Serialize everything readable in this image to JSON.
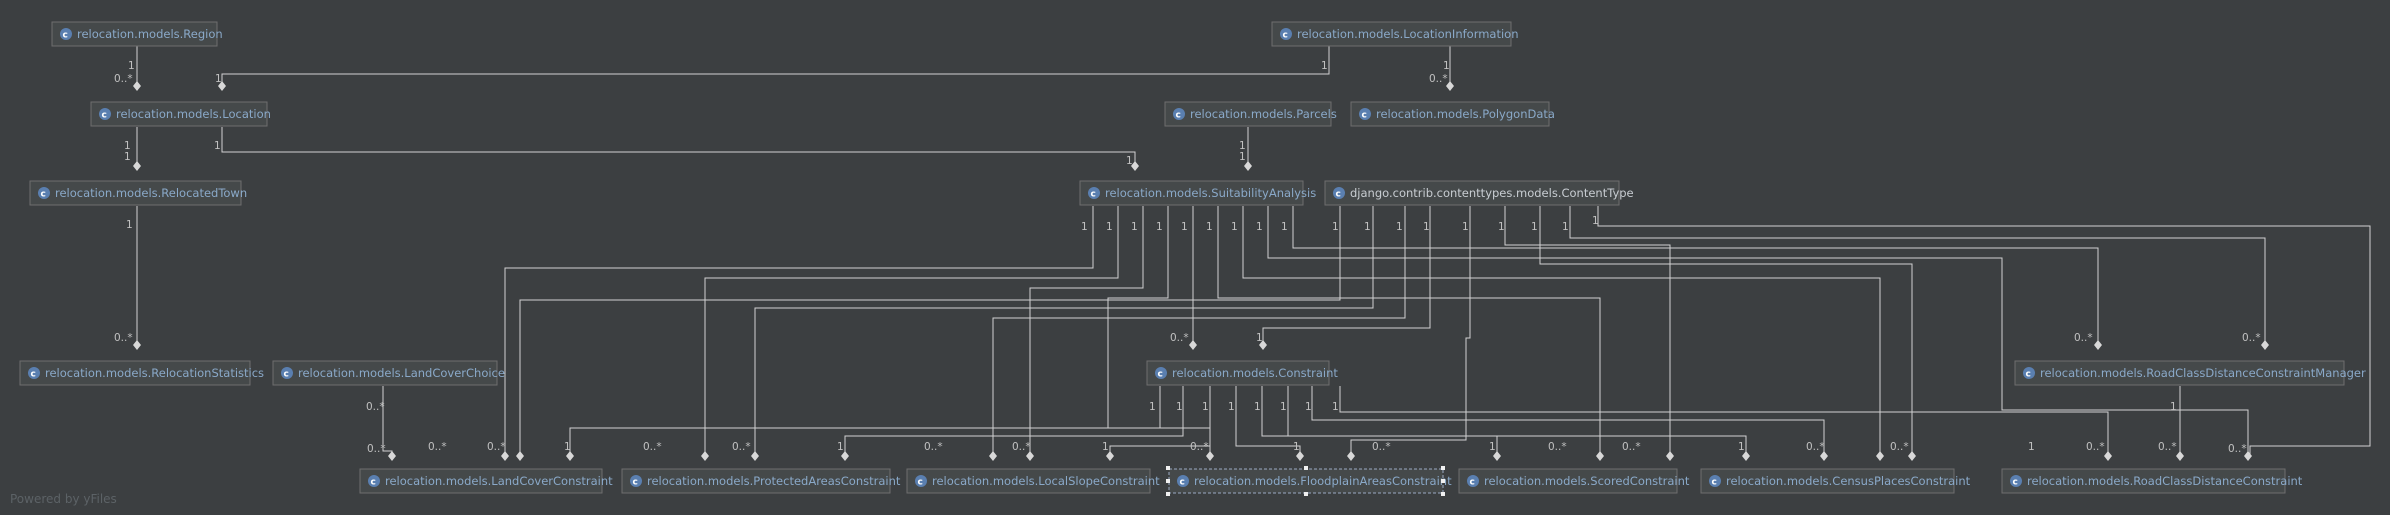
{
  "powered_by": "Powered by yFiles",
  "nodes": {
    "region": "relocation.models.Region",
    "location_information": "relocation.models.LocationInformation",
    "location": "relocation.models.Location",
    "parcels": "relocation.models.Parcels",
    "polygon_data": "relocation.models.PolygonData",
    "relocated_town": "relocation.models.RelocatedTown",
    "suitability_analysis": "relocation.models.SuitabilityAnalysis",
    "content_type": "django.contrib.contenttypes.models.ContentType",
    "relocation_statistics": "relocation.models.RelocationStatistics",
    "land_cover_choice": "relocation.models.LandCoverChoice",
    "constraint": "relocation.models.Constraint",
    "road_class_distance_constraint_manager": "relocation.models.RoadClassDistanceConstraintManager",
    "land_cover_constraint": "relocation.models.LandCoverConstraint",
    "protected_areas_constraint": "relocation.models.ProtectedAreasConstraint",
    "local_slope_constraint": "relocation.models.LocalSlopeConstraint",
    "floodplain_areas_constraint": "relocation.models.FloodplainAreasConstraint",
    "scored_constraint": "relocation.models.ScoredConstraint",
    "census_places_constraint": "relocation.models.CensusPlacesConstraint",
    "road_class_distance_constraint": "relocation.models.RoadClassDistanceConstraint"
  },
  "multiplicity": {
    "one": "1",
    "many": "0..*"
  }
}
